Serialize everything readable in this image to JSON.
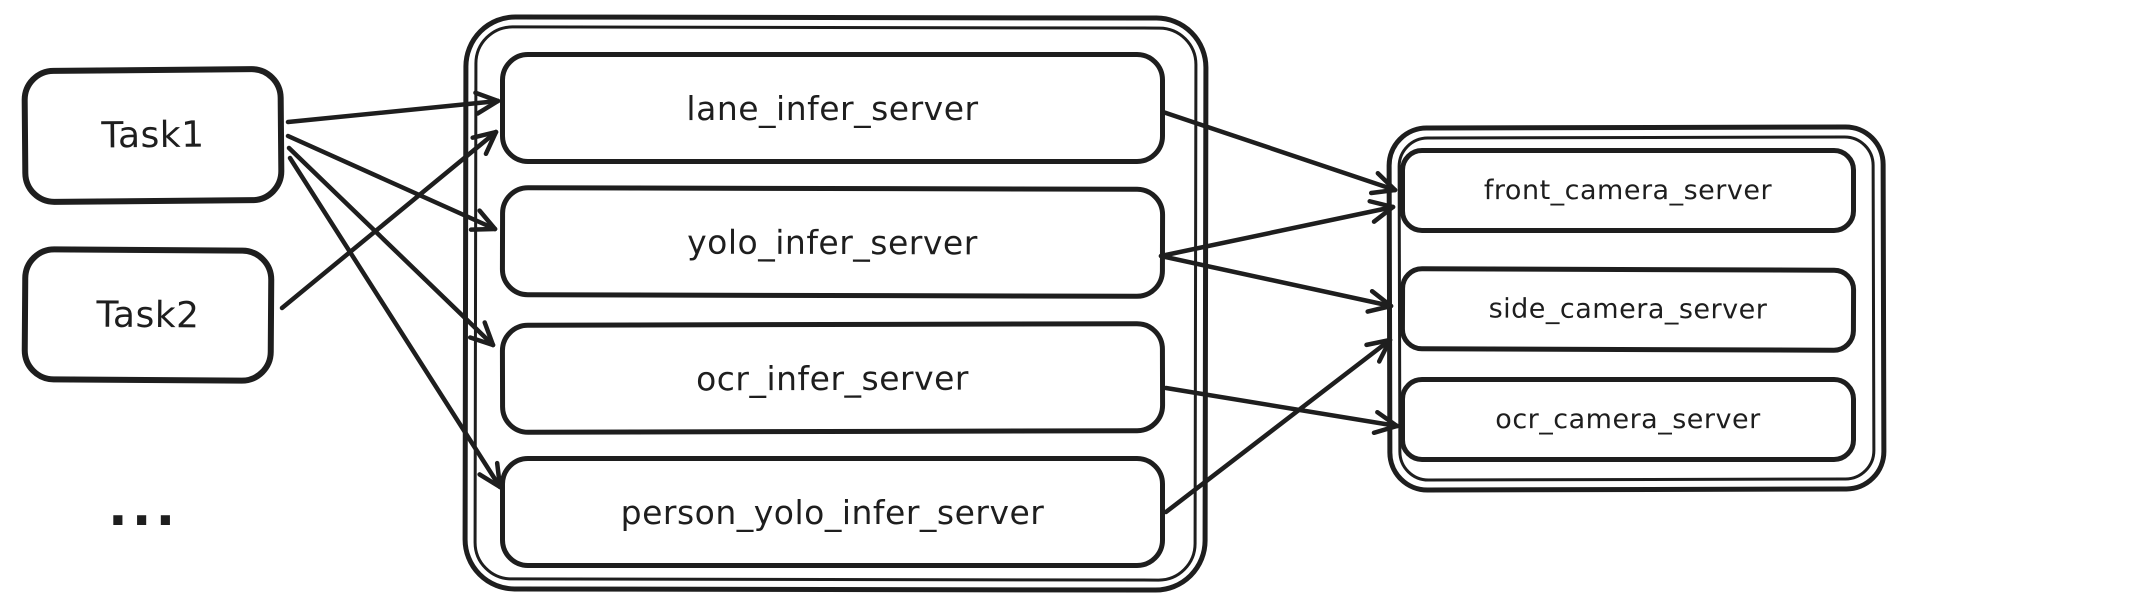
{
  "colors": {
    "stroke": "#1e1e1e",
    "background": "#ffffff"
  },
  "nodes": {
    "task1": {
      "label": "Task1"
    },
    "task2": {
      "label": "Task2"
    },
    "ellipsis": {
      "label": "..."
    },
    "lane_infer_server": {
      "label": "lane_infer_server"
    },
    "yolo_infer_server": {
      "label": "yolo_infer_server"
    },
    "ocr_infer_server": {
      "label": "ocr_infer_server"
    },
    "person_yolo_infer_server": {
      "label": "person_yolo_infer_server"
    },
    "front_camera_server": {
      "label": "front_camera_server"
    },
    "side_camera_server": {
      "label": "side_camera_server"
    },
    "ocr_camera_server": {
      "label": "ocr_camera_server"
    }
  },
  "edges": [
    {
      "from": "task1",
      "to": "lane_infer_server"
    },
    {
      "from": "task1",
      "to": "yolo_infer_server"
    },
    {
      "from": "task1",
      "to": "ocr_infer_server"
    },
    {
      "from": "task1",
      "to": "person_yolo_infer_server"
    },
    {
      "from": "task2",
      "to": "lane_infer_server"
    },
    {
      "from": "lane_infer_server",
      "to": "front_camera_server"
    },
    {
      "from": "yolo_infer_server",
      "to": "front_camera_server"
    },
    {
      "from": "yolo_infer_server",
      "to": "side_camera_server"
    },
    {
      "from": "ocr_infer_server",
      "to": "ocr_camera_server"
    },
    {
      "from": "person_yolo_infer_server",
      "to": "side_camera_server"
    }
  ]
}
